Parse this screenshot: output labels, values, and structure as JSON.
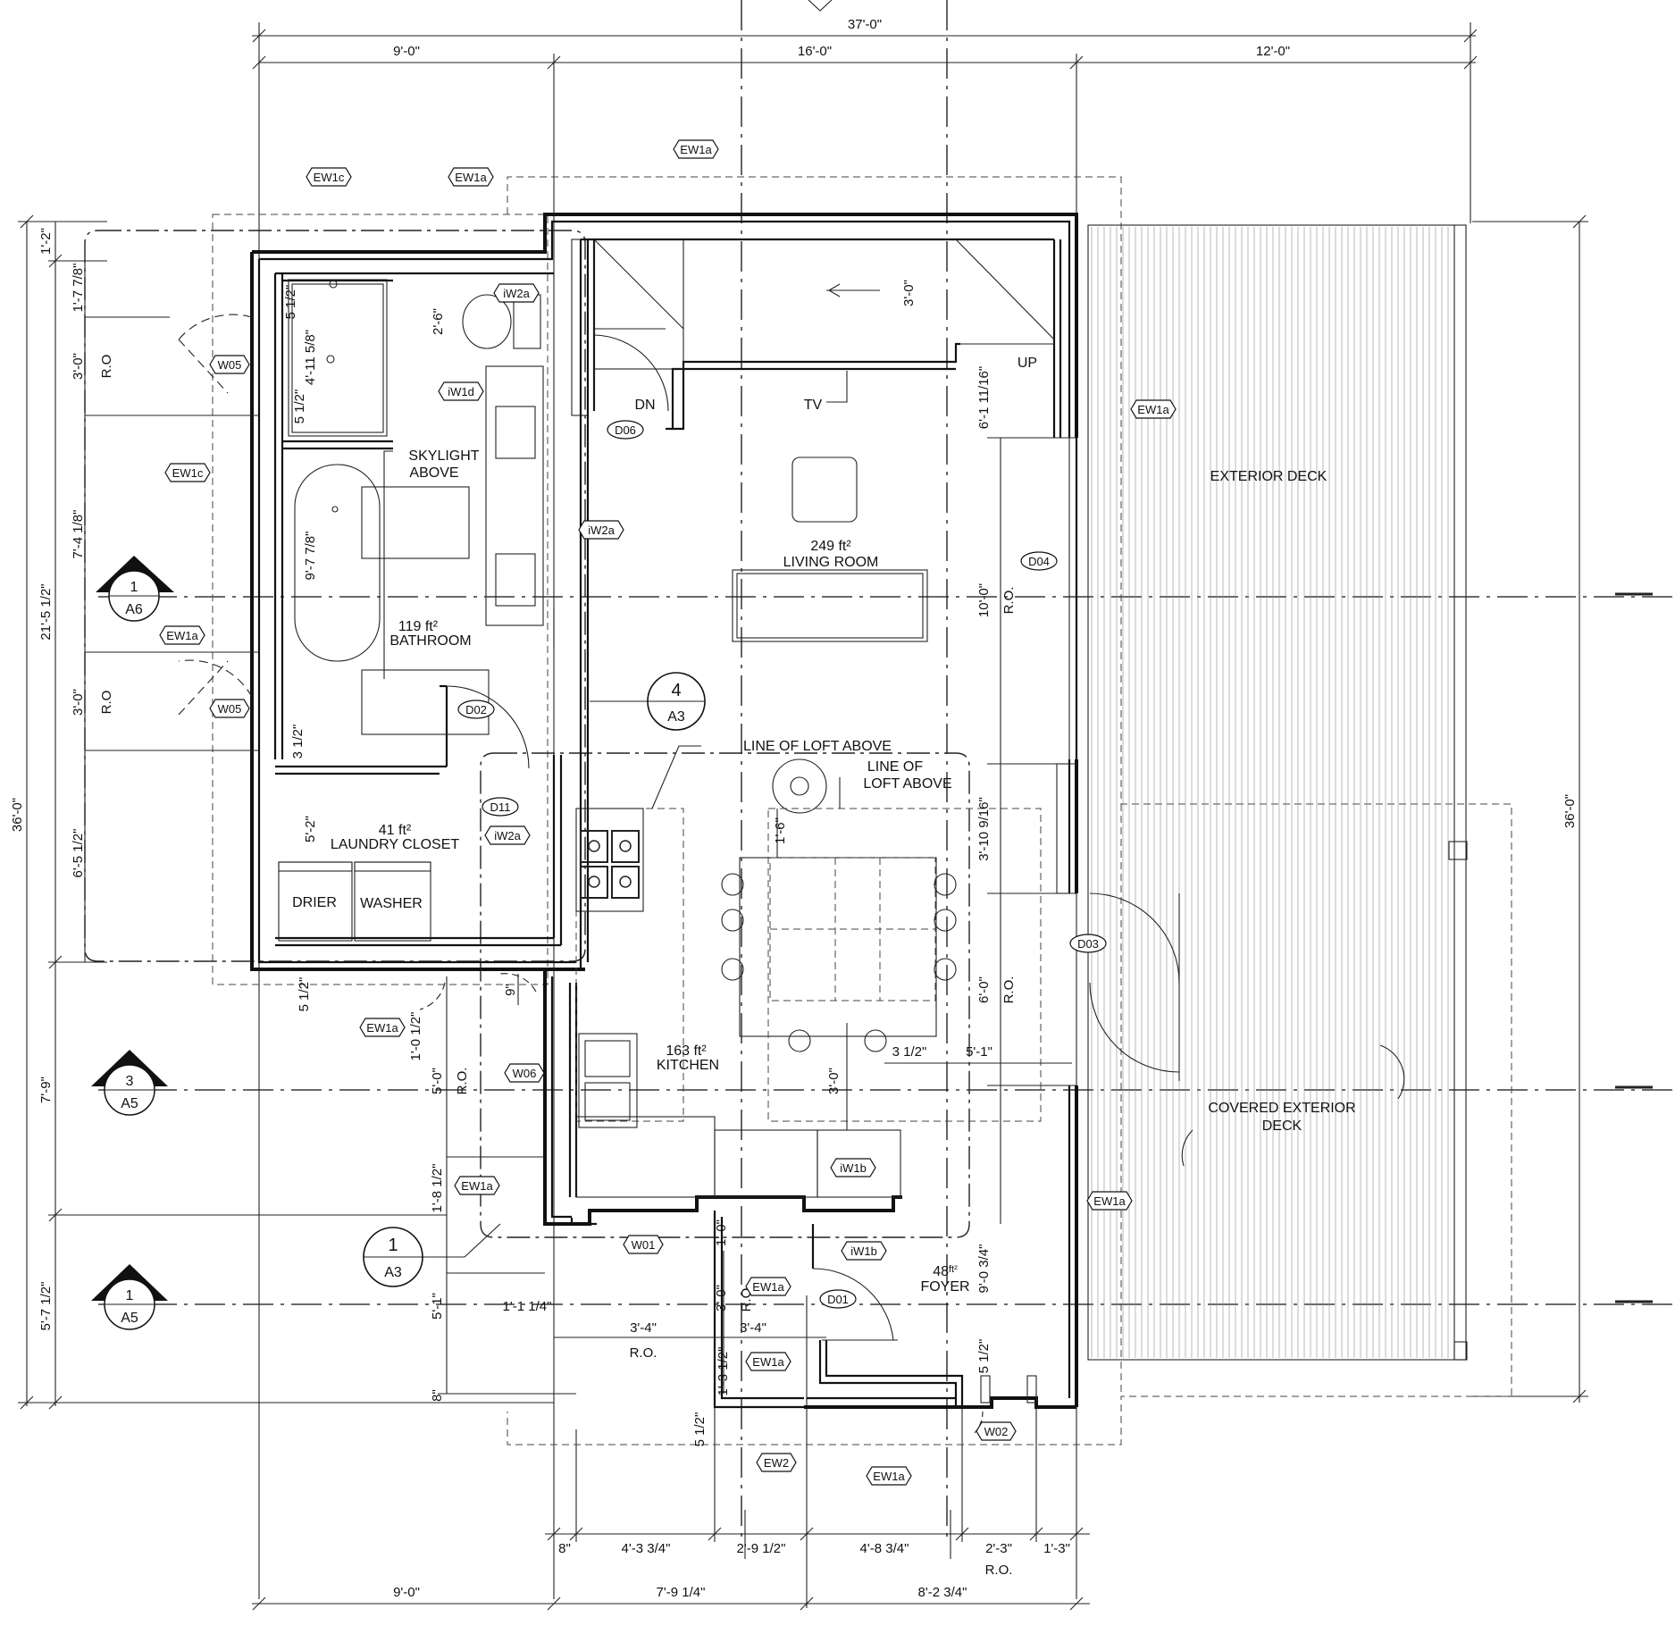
{
  "rooms": {
    "bathroom": {
      "area": "119 ft²",
      "name": "BATHROOM"
    },
    "living": {
      "area": "249 ft²",
      "name": "LIVING ROOM"
    },
    "laundry": {
      "area": "41 ft²",
      "name": "LAUNDRY CLOSET"
    },
    "kitchen": {
      "area": "163 ft²",
      "name": "KITCHEN"
    },
    "foyer": {
      "area_num": "48",
      "area_unit": "ft²",
      "name": "FOYER"
    }
  },
  "labels": {
    "exterior_deck": "EXTERIOR DECK",
    "covered_deck_1": "COVERED EXTERIOR",
    "covered_deck_2": "DECK",
    "skylight_1": "SKYLIGHT",
    "skylight_2": "ABOVE",
    "loft1": "LINE OF LOFT ABOVE",
    "loft2a": "LINE OF",
    "loft2b": "LOFT ABOVE",
    "tv": "TV",
    "dn": "DN",
    "up": "UP",
    "drier": "DRIER",
    "washer": "WASHER"
  },
  "dims": {
    "top_overall": "37'-0\"",
    "top_a": "9'-0\"",
    "top_b": "16'-0\"",
    "top_c": "12'-0\"",
    "left_overall": "36'-0\"",
    "left_a": "1'-2\"",
    "left_b": "21'-5 1/2\"",
    "left_c": "7'-9\"",
    "left_d": "5'-7 1/2\"",
    "right_overall": "36'-0\"",
    "bot_a": "9'-0\"",
    "bot_b": "7'-9 1/4\"",
    "bot_c": "8'-2 3/4\"",
    "bot_d1": "8\"",
    "bot_d2": "4'-3 3/4\"",
    "bot_d3": "2'-9 1/2\"",
    "bot_d4": "4'-8 3/4\"",
    "bot_d5": "2'-3\"",
    "bot_d6": "1'-3\"",
    "bot_ro": "R.O.",
    "w_1": "1'-7 7/8\"",
    "w_2": "3'-0\"",
    "w_3": "7'-4 1/8\"",
    "w_4": "3'-0\"",
    "w_5": "6'-5 1/2\"",
    "ro": "R.O",
    "ro2": "R.O",
    "sh1": "5 1/2\"",
    "sh2": "4'-11 5/8\"",
    "sh3": "5 1/2\"",
    "wc": "2'-6\"",
    "tub": "9'-7 7/8\"",
    "b1": "3 1/2\"",
    "b2": "5'-2\"",
    "b3": "5 1/2\"",
    "stair": "3'-0\"",
    "liv1": "6'-1 11/16\"",
    "liv2": "10'-0\"",
    "liv2ro": "R.O.",
    "liv3": "3'-10 9/16\"",
    "liv4": "6'-0\"",
    "liv4ro": "R.O.",
    "k1": "1'-6\"",
    "k2": "3'-0\"",
    "k3": "3 1/2\"",
    "k4": "5'-1\"",
    "k5": "9\"",
    "k6": "1'-0 1/2\"",
    "k7": "5'-0\"",
    "k7ro": "R.O.",
    "k8": "1'-8 1/2\"",
    "f1": "1'-0\"",
    "f2": "3'-0\"",
    "f2ro": "R.O.",
    "f3": "9'-0 3/4\"",
    "f4": "1'-1 1/4\"",
    "f5": "3'-4\"",
    "f5ro": "R.O.",
    "f6": "3'-4\"",
    "f7": "5'-1\"",
    "f8": "8\"",
    "f9": "1'-3 1/2\"",
    "f10": "5 1/2\"",
    "f11": "5 1/2\""
  },
  "tags": {
    "ew1c_top": "EW1c",
    "ew1a_top": "EW1a",
    "ew1a_top2": "EW1a",
    "iw2a_1": "iW2a",
    "iw1d": "iW1d",
    "ew1c_left": "EW1c",
    "w05_1": "W05",
    "w05_2": "W05",
    "ew1a_left": "EW1a",
    "iw2a_2": "iW2a",
    "d06": "D06",
    "ew1a_right": "EW1a",
    "d04": "D04",
    "d02": "D02",
    "d11": "D11",
    "iw2a_3": "iW2a",
    "d03": "D03",
    "ew1a_mid": "EW1a",
    "w06": "W06",
    "ew1a_k": "EW1a",
    "iw1b_1": "iW1b",
    "ew1a_right2": "EW1a",
    "w01": "W01",
    "iw1b_2": "iW1b",
    "ew1a_f1": "EW1a",
    "d01": "D01",
    "ew1a_f2": "EW1a",
    "w02": "W02",
    "ew2": "EW2",
    "ew1a_bot": "EW1a"
  },
  "sections": {
    "s1_num": "1",
    "s1_sheet": "A6",
    "s2_num": "3",
    "s2_sheet": "A5",
    "s3_num": "1",
    "s3_sheet": "A5",
    "s4_num": "4",
    "s4_sheet": "A3",
    "s5_num": "1",
    "s5_sheet": "A3"
  }
}
